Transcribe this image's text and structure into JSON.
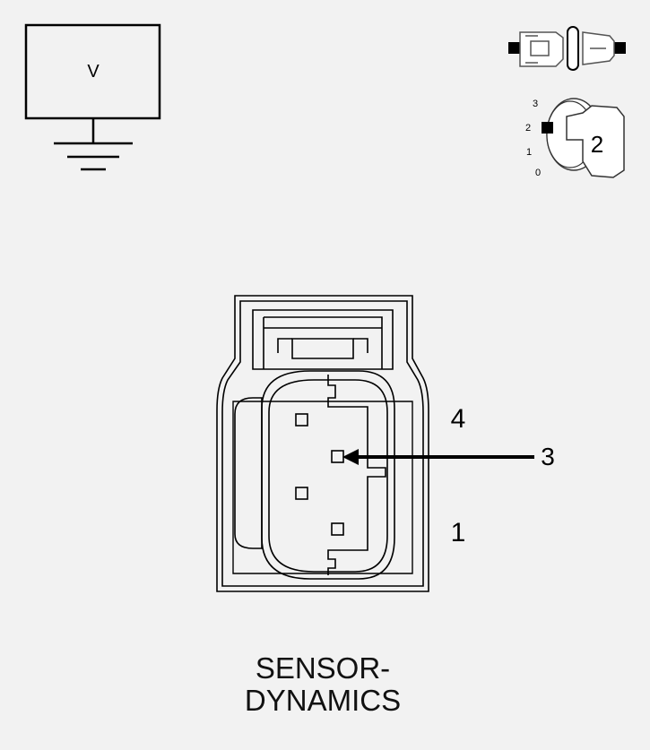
{
  "meter": {
    "label": "V"
  },
  "ignition": {
    "positions": [
      "3",
      "2",
      "1",
      "0"
    ],
    "key_position": "2"
  },
  "connector": {
    "pin_labels": {
      "top": "4",
      "bottom": "1"
    },
    "callout": "3"
  },
  "caption": {
    "line1": "SENSOR-",
    "line2": "DYNAMICS"
  },
  "colors": {
    "background": "#f2f2f2",
    "stroke": "#000000"
  }
}
